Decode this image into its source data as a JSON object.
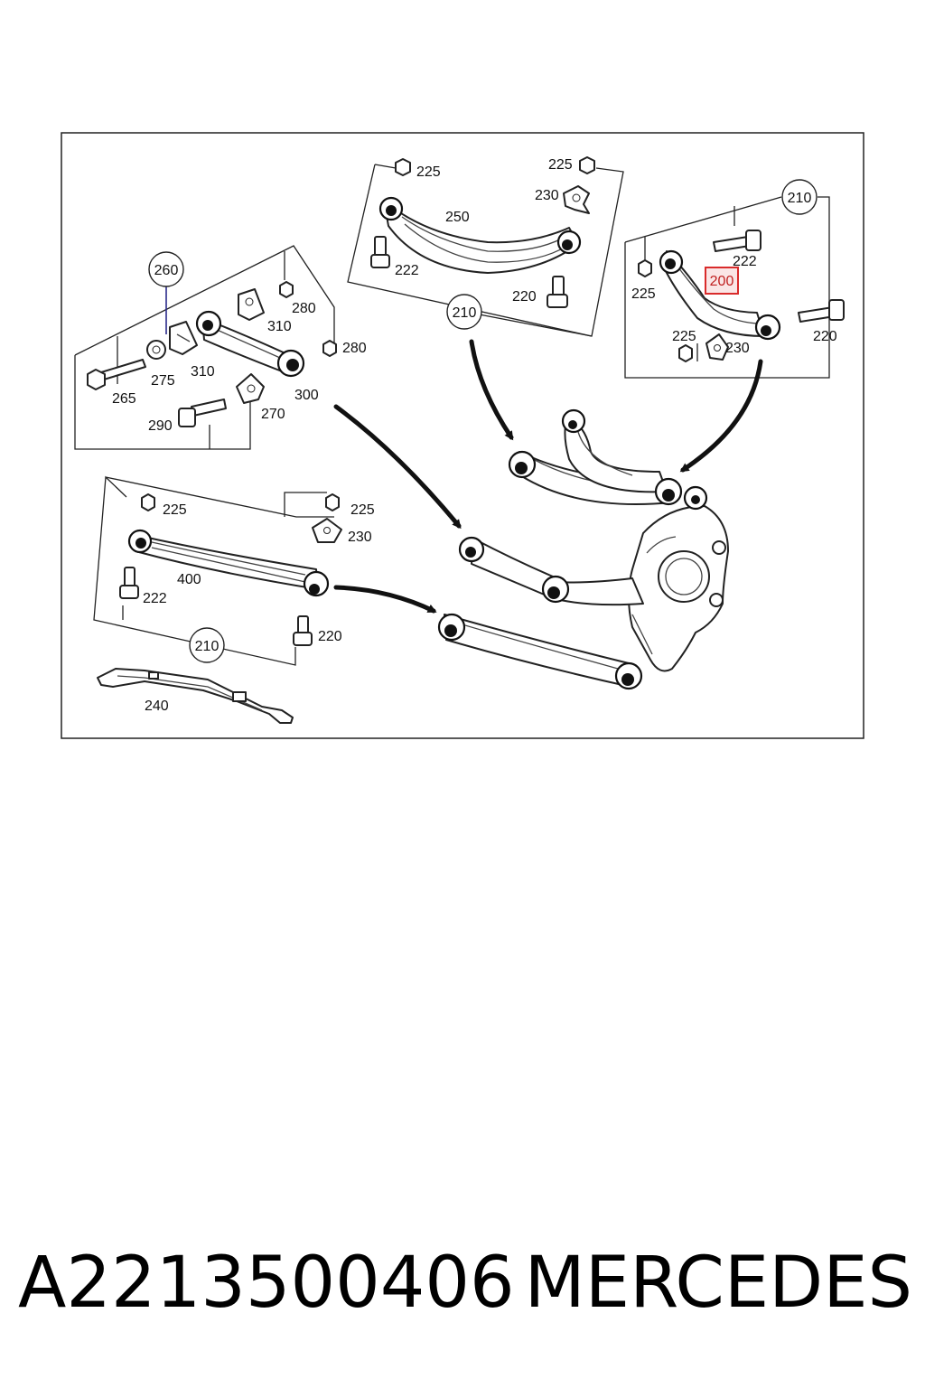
{
  "diagram": {
    "labels": {
      "l225a": "225",
      "l225b": "225",
      "l230a": "230",
      "l250": "250",
      "l222a": "222",
      "l220a": "220",
      "c210a": "210",
      "c210b": "210",
      "c210c": "210",
      "c260": "260",
      "l280a": "280",
      "l280b": "280",
      "l310a": "310",
      "l310b": "310",
      "l275": "275",
      "l265": "265",
      "l300": "300",
      "l290": "290",
      "l270": "270",
      "l222b": "222",
      "l200": "200",
      "l225c": "225",
      "l225d": "225",
      "l230b": "230",
      "l220b": "220",
      "l225e": "225",
      "l225f": "225",
      "l230c": "230",
      "l400": "400",
      "l222c": "222",
      "l220c": "220",
      "l240": "240"
    },
    "highlight_color": "#d92b2b"
  },
  "footer": {
    "part_number": "A2213500406",
    "brand": "MERCEDES"
  }
}
